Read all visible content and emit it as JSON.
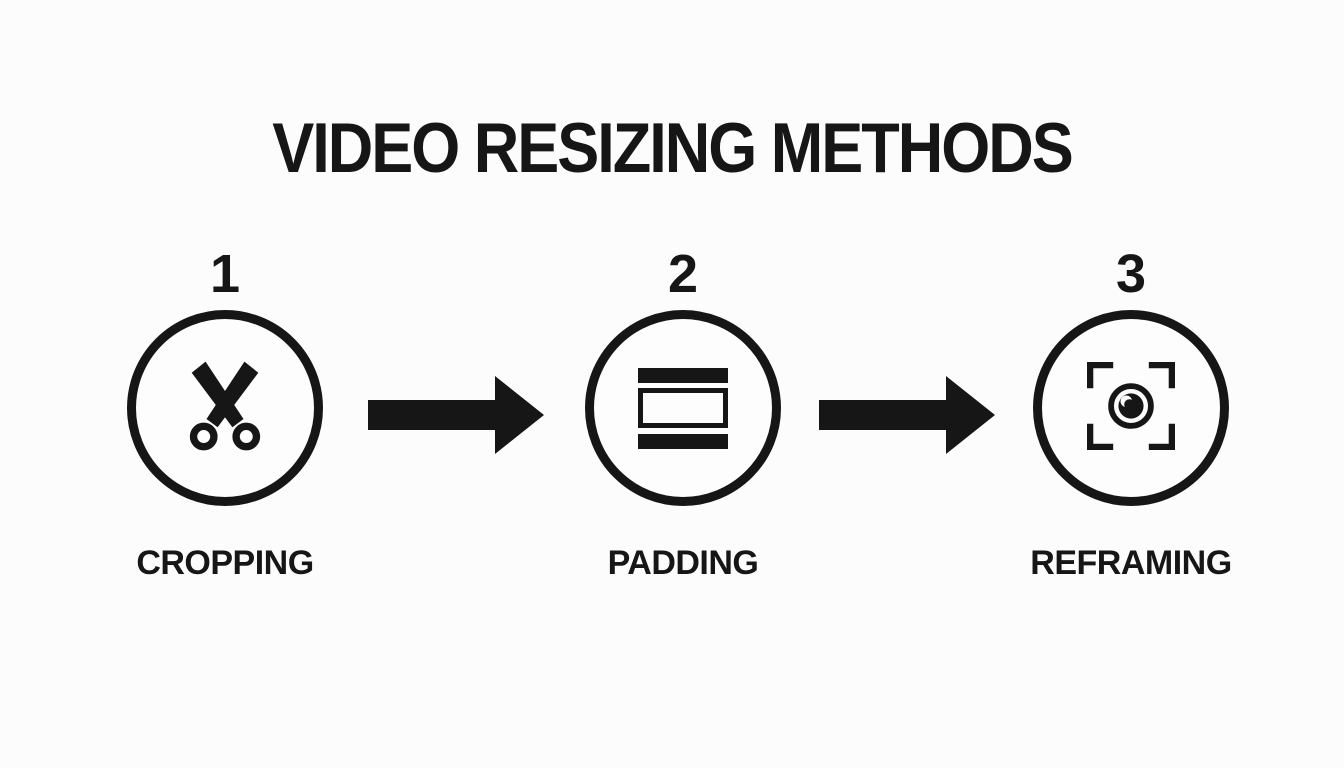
{
  "title": "VIDEO RESIZING METHODS",
  "colors": {
    "ink": "#161616",
    "background": "#fcfcfc"
  },
  "connector_icon": "arrow-right-icon",
  "steps": [
    {
      "number": "1",
      "label": "CROPPING",
      "icon": "scissors-icon"
    },
    {
      "number": "2",
      "label": "PADDING",
      "icon": "letterbox-icon"
    },
    {
      "number": "3",
      "label": "REFRAMING",
      "icon": "focus-eye-icon"
    }
  ]
}
